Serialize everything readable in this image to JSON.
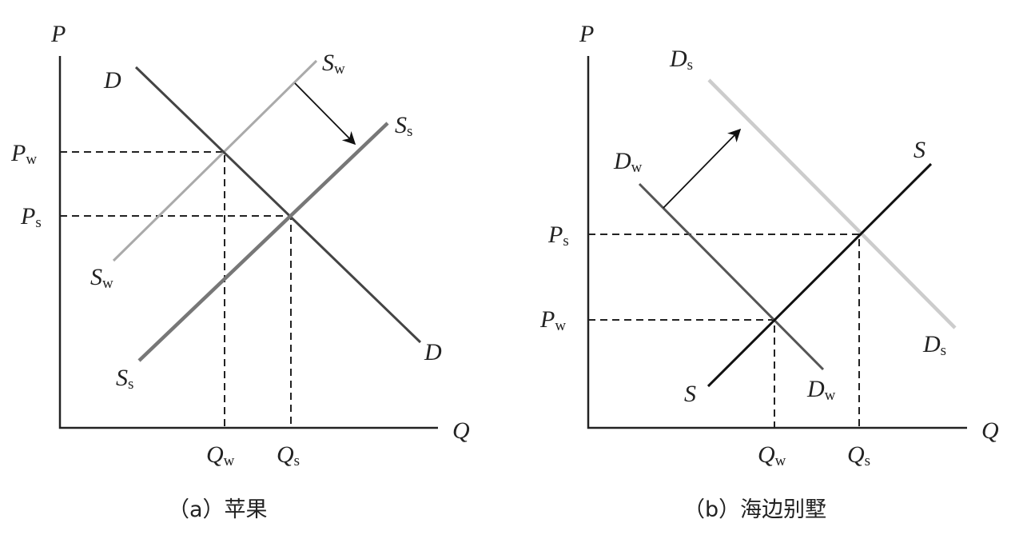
{
  "panels": {
    "a": {
      "caption": "（a）苹果",
      "axis": {
        "y": "P",
        "x": "Q"
      },
      "curves": {
        "D": {
          "label": "D",
          "color": "#444444"
        },
        "Sw": {
          "label": "S",
          "sub": "w",
          "color": "#aaaaaa"
        },
        "Ss": {
          "label": "S",
          "sub": "s",
          "color": "#777777"
        }
      },
      "prices": {
        "Pw": {
          "label": "P",
          "sub": "w"
        },
        "Ps": {
          "label": "P",
          "sub": "s"
        }
      },
      "quantities": {
        "Qw": {
          "label": "Q",
          "sub": "w"
        },
        "Qs": {
          "label": "Q",
          "sub": "s"
        }
      }
    },
    "b": {
      "caption": "（b）海边别墅",
      "axis": {
        "y": "P",
        "x": "Q"
      },
      "curves": {
        "S": {
          "label": "S",
          "color": "#111111"
        },
        "Dw": {
          "label": "D",
          "sub": "w",
          "color": "#555555"
        },
        "Ds": {
          "label": "D",
          "sub": "s",
          "color": "#cccccc"
        }
      },
      "prices": {
        "Ps": {
          "label": "P",
          "sub": "s"
        },
        "Pw": {
          "label": "P",
          "sub": "w"
        }
      },
      "quantities": {
        "Qw": {
          "label": "Q",
          "sub": "w"
        },
        "Qs": {
          "label": "Q",
          "sub": "s"
        }
      }
    }
  }
}
